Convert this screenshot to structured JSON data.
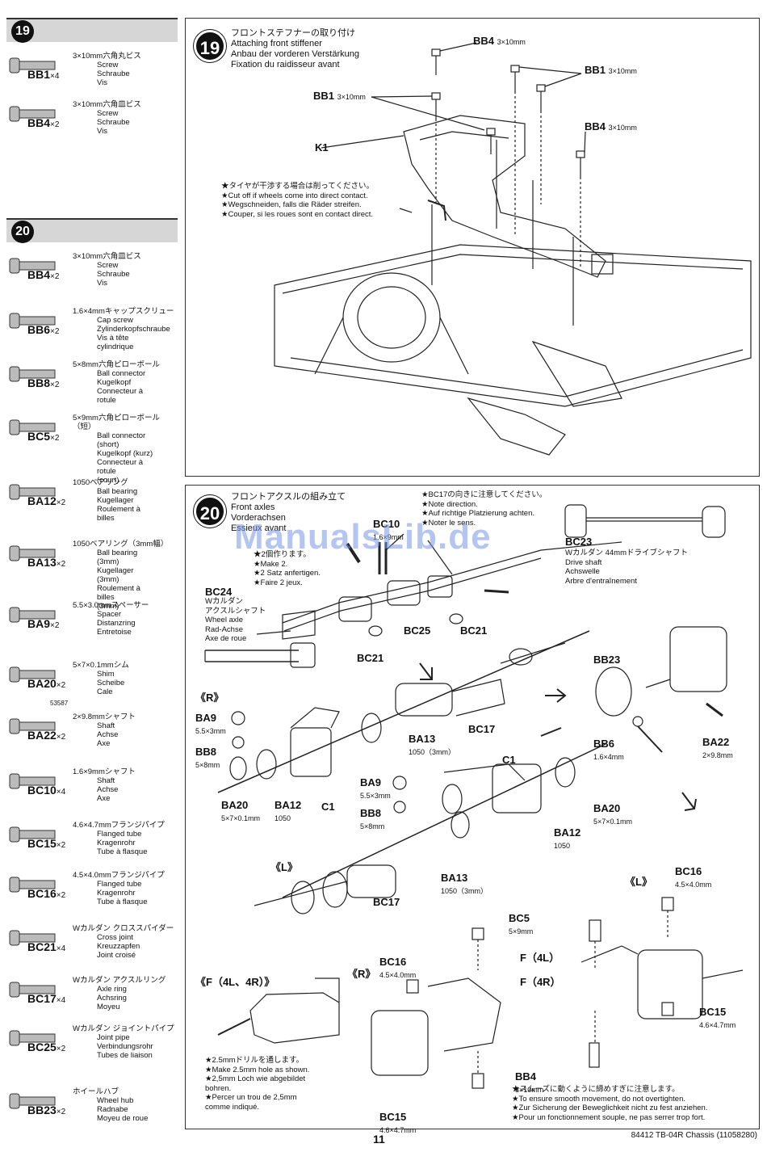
{
  "sidebar": {
    "step19": {
      "number": "19",
      "parts": [
        {
          "code": "BB1",
          "qty": "×4",
          "jp": "3×10mm六角丸ビス",
          "en": "Screw",
          "de": "Schraube",
          "fr": "Vis"
        },
        {
          "code": "BB4",
          "qty": "×2",
          "jp": "3×10mm六角皿ビス",
          "en": "Screw",
          "de": "Schraube",
          "fr": "Vis"
        }
      ]
    },
    "step20": {
      "number": "20",
      "parts": [
        {
          "code": "BB4",
          "qty": "×2",
          "jp": "3×10mm六角皿ビス",
          "en": "Screw",
          "de": "Schraube",
          "fr": "Vis"
        },
        {
          "code": "BB6",
          "qty": "×2",
          "jp": "1.6×4mmキャップスクリュー",
          "en": "Cap screw",
          "de": "Zylinderkopfschraube",
          "fr": "Vis à tête cylindrique"
        },
        {
          "code": "BB8",
          "qty": "×2",
          "jp": "5×8mm六角ピローボール",
          "en": "Ball connector",
          "de": "Kugelkopf",
          "fr": "Connecteur à rotule"
        },
        {
          "code": "BC5",
          "qty": "×2",
          "jp": "5×9mm六角ピローボール（短）",
          "en": "Ball connector (short)",
          "de": "Kugelkopf (kurz)",
          "fr": "Connecteur à rotule",
          "fr2": "(court)"
        },
        {
          "code": "BA12",
          "qty": "×2",
          "jp": "1050ベアリング",
          "en": "Ball bearing",
          "de": "Kugellager",
          "fr": "Roulement à billes"
        },
        {
          "code": "BA13",
          "qty": "×2",
          "jp": "1050ベアリング（3mm幅）",
          "en": "Ball bearing (3mm)",
          "de": "Kugellager (3mm)",
          "fr": "Roulement à billes",
          "fr2": "(3mm)"
        },
        {
          "code": "BA9",
          "qty": "×2",
          "jp": "5.5×3.0mmスペーサー",
          "en": "Spacer",
          "de": "Distanzring",
          "fr": "Entretoise"
        },
        {
          "code": "BA20",
          "qty": "×2",
          "extra": "53587",
          "jp": "5×7×0.1mmシム",
          "en": "Shim",
          "de": "Scheibe",
          "fr": "Cale"
        },
        {
          "code": "BA22",
          "qty": "×2",
          "jp": "2×9.8mmシャフト",
          "en": "Shaft",
          "de": "Achse",
          "fr": "Axe"
        },
        {
          "code": "BC10",
          "qty": "×4",
          "jp": "1.6×9mmシャフト",
          "en": "Shaft",
          "de": "Achse",
          "fr": "Axe"
        },
        {
          "code": "BC15",
          "qty": "×2",
          "jp": "4.6×4.7mmフランジパイプ",
          "en": "Flanged tube",
          "de": "Kragenrohr",
          "fr": "Tube à flasque"
        },
        {
          "code": "BC16",
          "qty": "×2",
          "jp": "4.5×4.0mmフランジパイプ",
          "en": "Flanged tube",
          "de": "Kragenrohr",
          "fr": "Tube à flasque"
        },
        {
          "code": "BC21",
          "qty": "×4",
          "jp": "Wカルダン クロススパイダー",
          "en": "Cross joint",
          "de": "Kreuzzapfen",
          "fr": "Joint croisé"
        },
        {
          "code": "BC17",
          "qty": "×4",
          "jp": "Wカルダン アクスルリング",
          "en": "Axle ring",
          "de": "Achsring",
          "fr": "Moyeu"
        },
        {
          "code": "BC25",
          "qty": "×2",
          "jp": "Wカルダン ジョイントパイプ",
          "en": "Joint pipe",
          "de": "Verbindungsrohr",
          "fr": "Tubes de liaison"
        },
        {
          "code": "BB23",
          "qty": "×2",
          "jp": "ホイールハブ",
          "en": "Wheel hub",
          "de": "Radnabe",
          "fr": "Moyeu de roue"
        }
      ]
    }
  },
  "step19_panel": {
    "number": "19",
    "title_jp": "フロントステフナーの取り付け",
    "title_en": "Attaching front stiffener",
    "title_de": "Anbau der vorderen Verstärkung",
    "title_fr": "Fixation du raidisseur avant",
    "labels": {
      "bb4_top": "BB4",
      "bb4_top_size": "3×10mm",
      "bb1_right": "BB1",
      "bb1_right_size": "3×10mm",
      "bb1_left": "BB1",
      "bb1_left_size": "3×10mm",
      "bb4_right": "BB4",
      "bb4_right_size": "3×10mm",
      "k1": "K1"
    },
    "note": [
      "★タイヤが干渉する場合は削ってください。",
      "★Cut off if wheels come into direct contact.",
      "★Wegschneiden, falls die Räder streifen.",
      "★Couper, si les roues sont en contact direct."
    ]
  },
  "step20_panel": {
    "number": "20",
    "title_jp": "フロントアクスルの組み立て",
    "title_en": "Front axles",
    "title_de": "Vorderachsen",
    "title_fr": "Essieux avant",
    "note_bc17": [
      "★BC17の向きに注意してください。",
      "★Note direction.",
      "★Auf richtige Platzierung achten.",
      "★Noter le sens."
    ],
    "note_make2": [
      "★2個作ります。",
      "★Make 2.",
      "★2 Satz anfertigen.",
      "★Faire 2 jeux."
    ],
    "bc23": {
      "code": "BC23",
      "jp": "Wカルダン 44mmドライブシャフト",
      "en": "Drive shaft",
      "de": "Achswelle",
      "fr": "Arbre d'entraînement"
    },
    "bc24": {
      "code": "BC24",
      "jp1": "Wカルダン",
      "jp2": "アクスルシャフト",
      "en": "Wheel axle",
      "de": "Rad-Achse",
      "fr": "Axe de roue"
    },
    "labels": {
      "bc10": "BC10",
      "bc10_size": "1.6×9mm",
      "bc25": "BC25",
      "bc21a": "BC21",
      "bc21b": "BC21",
      "r1": "《R》",
      "l1": "《L》",
      "r2": "《R》",
      "l2": "《L》",
      "ba9a": "BA9",
      "ba9a_size": "5.5×3mm",
      "bb8a": "BB8",
      "bb8a_size": "5×8mm",
      "ba20a": "BA20",
      "ba20a_size": "5×7×0.1mm",
      "ba12a": "BA12",
      "ba12a_size": "1050",
      "c1a": "C1",
      "ba13a": "BA13",
      "ba13a_size": "1050（3mm）",
      "bc17a": "BC17",
      "bb23": "BB23",
      "bb6": "BB6",
      "bb6_size": "1.6×4mm",
      "ba22": "BA22",
      "ba22_size": "2×9.8mm",
      "c1b": "C1",
      "ba9b": "BA9",
      "ba9b_size": "5.5×3mm",
      "bb8b": "BB8",
      "bb8b_size": "5×8mm",
      "ba20b": "BA20",
      "ba20b_size": "5×7×0.1mm",
      "ba12b": "BA12",
      "ba12b_size": "1050",
      "ba13b": "BA13",
      "ba13b_size": "1050（3mm）",
      "bc17b": "BC17",
      "bc16a": "BC16",
      "bc16a_size": "4.5×4.0mm",
      "bc5": "BC5",
      "bc5_size": "5×9mm",
      "f4l": "F（4L）",
      "f4r": "F（4R）",
      "bc16b": "BC16",
      "bc16b_size": "4.5×4.0mm",
      "bc15a": "BC15",
      "bc15a_size": "4.6×4.7mm",
      "f4l4r": "《F（4L、4R）》",
      "bb4": "BB4",
      "bb4_size": "3×10mm",
      "bc15b": "BC15",
      "bc15b_size": "4.6×4.7mm"
    },
    "note_drill": [
      "★2.5mmドリルを通します。",
      "★Make 2.5mm hole as shown.",
      "★2,5mm Loch wie abgebildet",
      "bohren.",
      "★Percer un trou de 2,5mm",
      "comme indiqué."
    ],
    "note_smooth": [
      "★スムーズに動くように締めすぎに注意します。",
      "★To ensure smooth movement, do not overtighten.",
      "★Zur Sicherung der Beweglichkeit nicht zu fest anziehen.",
      "★Pour un fonctionnement souple, ne pas serrer trop fort."
    ]
  },
  "watermark": "ManualsLib.de",
  "footer": {
    "page": "11",
    "code": "84412  TB-04R Chassis (11058280)"
  }
}
